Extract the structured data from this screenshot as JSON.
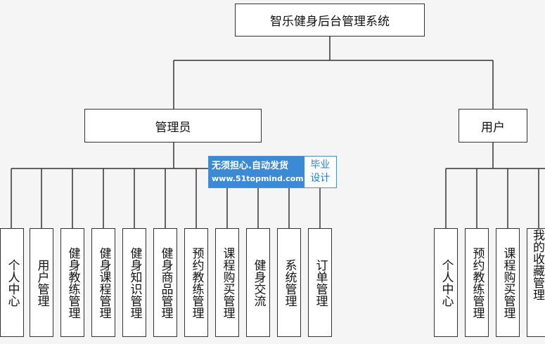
{
  "root": "智乐健身后台管理系统",
  "groups": [
    {
      "id": "admin",
      "label": "管理员",
      "children": [
        "个人中心",
        "用户管理",
        "健身教练管理",
        "健身课程管理",
        "健身知识管理",
        "健身商品管理",
        "预约教练管理",
        "课程购买管理",
        "健身交流",
        "系统管理",
        "订单管理"
      ]
    },
    {
      "id": "user",
      "label": "用户",
      "children": [
        "个人中心",
        "预约教练管理",
        "课程购买管理",
        "我的收藏管理"
      ]
    }
  ],
  "watermark": {
    "line1": "无须担心.自动发货",
    "line2": "www.51topmind.com",
    "badge_line1": "毕业",
    "badge_line2": "设计"
  }
}
